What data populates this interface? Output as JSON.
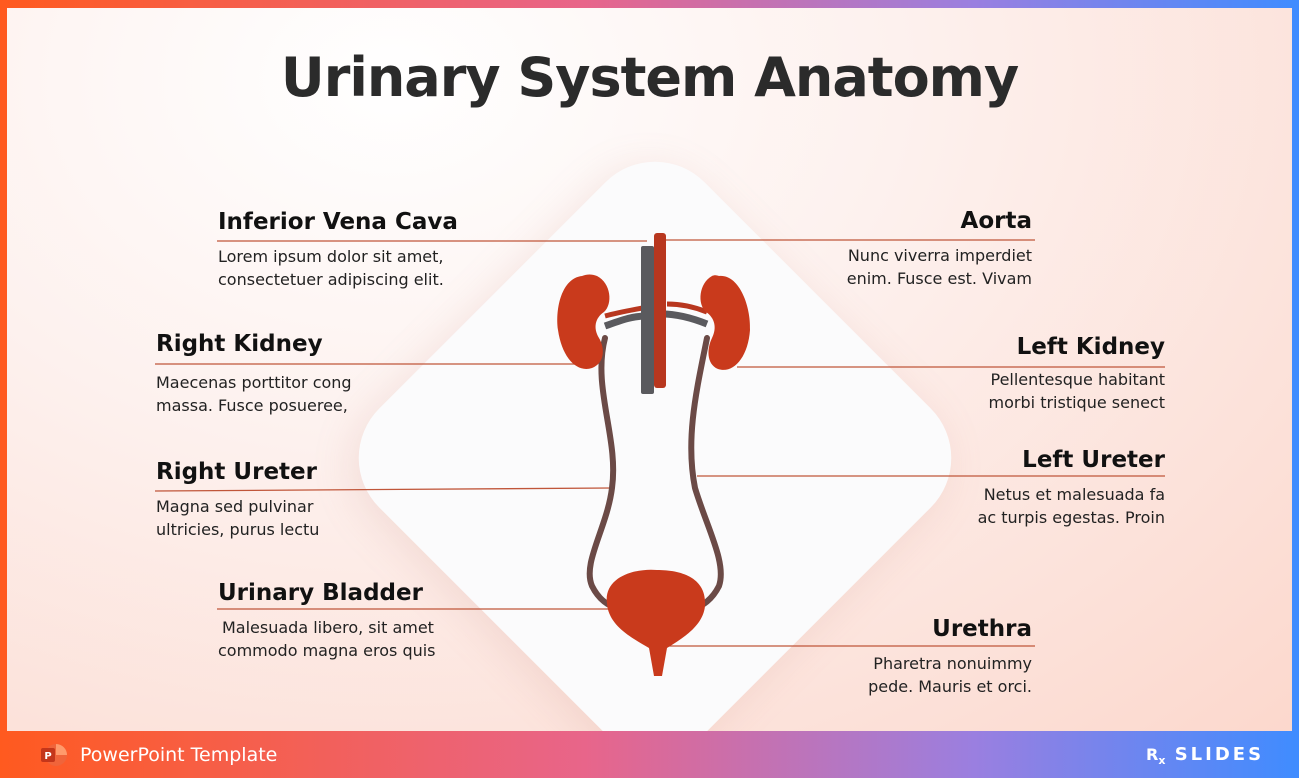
{
  "slide": {
    "title": "Urinary System Anatomy"
  },
  "labels": {
    "ivc": {
      "heading": "Inferior Vena Cava",
      "desc1": "Lorem ipsum dolor sit amet,",
      "desc2": "consectetuer adipiscing elit."
    },
    "right_kidney": {
      "heading": "Right Kidney",
      "desc1": "Maecenas porttitor cong",
      "desc2": "massa. Fusce posueree,"
    },
    "right_ureter": {
      "heading": "Right Ureter",
      "desc1": "Magna sed pulvinar",
      "desc2": "ultricies, purus lectu"
    },
    "bladder": {
      "heading": "Urinary Bladder",
      "desc1": "Malesuada libero, sit amet",
      "desc2": "commodo magna eros quis"
    },
    "aorta": {
      "heading": "Aorta",
      "desc1": "Nunc viverra imperdiet",
      "desc2": "enim. Fusce est. Vivam"
    },
    "left_kidney": {
      "heading": "Left Kidney",
      "desc1": "Pellentesque habitant",
      "desc2": "morbi tristique senect"
    },
    "left_ureter": {
      "heading": "Left Ureter",
      "desc1": "Netus et malesuada fa",
      "desc2": "ac turpis egestas. Proin"
    },
    "urethra": {
      "heading": "Urethra",
      "desc1": "Pharetra nonuimmy",
      "desc2": "pede. Mauris et orci."
    }
  },
  "footer": {
    "template_label": "PowerPoint Template",
    "brand": "SLIDES",
    "icon": "powerpoint-icon"
  },
  "colors": {
    "organ": "#c93a1c",
    "vessel_gray": "#5a5a5e",
    "aorta": "#b8371f",
    "ureter": "#6b4a46",
    "leader_line": "#c0563a"
  }
}
